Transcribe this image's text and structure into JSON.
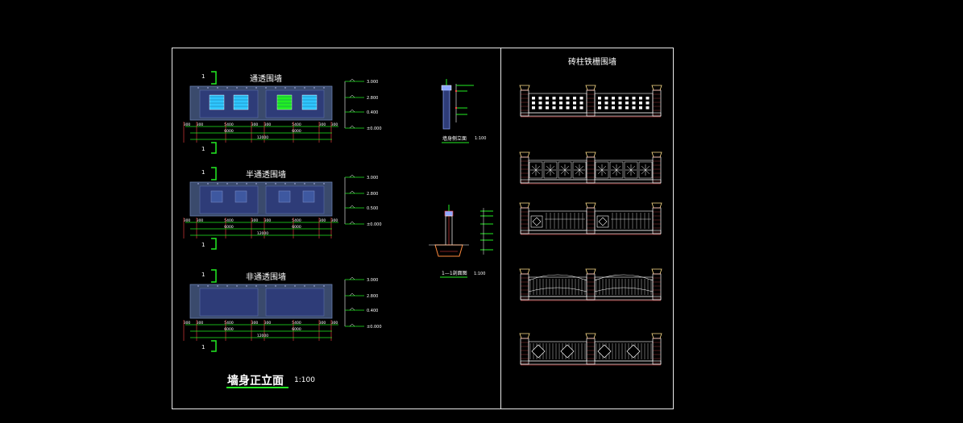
{
  "sheet": {
    "background": "#000000",
    "frame_color": "#e8e8e8",
    "accent_green": "#22ee22",
    "dim_color": "#ff4444",
    "panel_color": "#3a4a6c",
    "panel_inner": "#2e3c78"
  },
  "walls": [
    {
      "title": "通透围墙",
      "section_mark": "1",
      "dims_top": [
        "300",
        "300",
        "5400",
        "300",
        "300",
        "5400",
        "300",
        "300"
      ],
      "dims_mid": [
        "6000",
        "6000"
      ],
      "dims_total": "12000",
      "levels": [
        "3.000",
        "2.800",
        "0.400",
        "±0.000"
      ]
    },
    {
      "title": "半通透围墙",
      "section_mark": "1",
      "dims_top": [
        "300",
        "300",
        "5400",
        "300",
        "300",
        "5400",
        "300",
        "300"
      ],
      "dims_mid": [
        "6000",
        "6000"
      ],
      "dims_total": "12000",
      "levels": [
        "3.000",
        "2.800",
        "0.500",
        "±0.000"
      ]
    },
    {
      "title": "非通透围墙",
      "section_mark": "1",
      "dims_top": [
        "300",
        "300",
        "5400",
        "300",
        "300",
        "5400",
        "300",
        "300"
      ],
      "dims_mid": [
        "6000",
        "6000"
      ],
      "dims_total": "12000",
      "levels": [
        "3.000",
        "2.800",
        "0.400",
        "±0.000"
      ]
    }
  ],
  "main_title": "墙身正立面",
  "main_scale": "1:100",
  "column_elevation": {
    "title": "墙身侧立面",
    "scale": "1:100"
  },
  "section_view": {
    "title": "1—1剖面图",
    "scale": "1:100"
  },
  "right_title": "砖柱铁栅围墙",
  "fence_styles": [
    "perforated",
    "star",
    "grid",
    "arched",
    "diamond"
  ]
}
